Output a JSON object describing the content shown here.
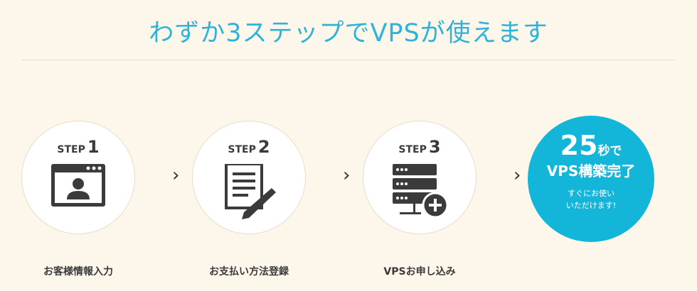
{
  "title": "わずか3ステップでVPSが使えます",
  "steps": [
    {
      "word": "STEP",
      "num": "1",
      "label": "お客様情報入力",
      "icon": "user-window-icon"
    },
    {
      "word": "STEP",
      "num": "2",
      "label": "お支払い方法登録",
      "icon": "document-pen-icon"
    },
    {
      "word": "STEP",
      "num": "3",
      "label": "VPSお申し込み",
      "icon": "server-add-icon"
    }
  ],
  "result": {
    "seconds": "25",
    "unit": "秒で",
    "headline": "VPS構築完了",
    "sub1": "すぐにお使い",
    "sub2": "いただけます!"
  },
  "colors": {
    "accent": "#13b5d8",
    "icon": "#3b3b3b"
  }
}
